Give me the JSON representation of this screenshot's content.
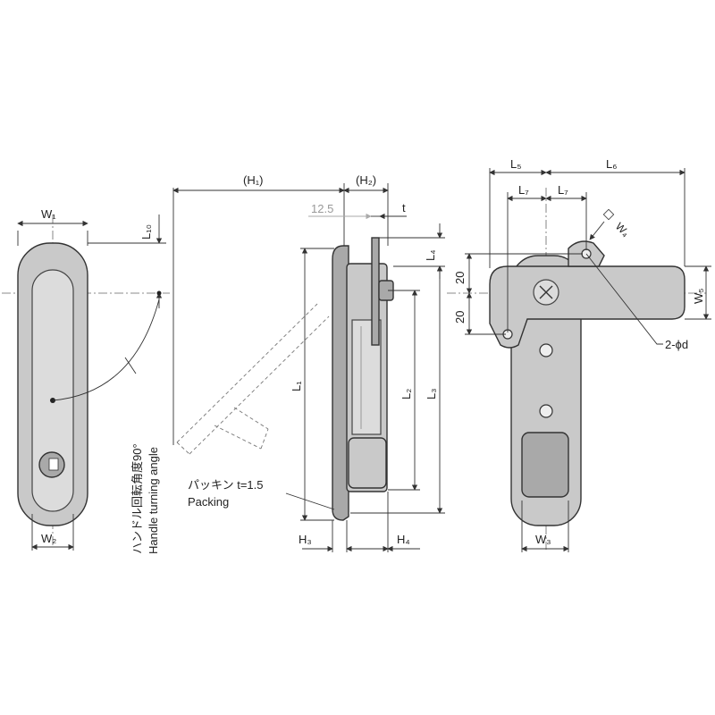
{
  "front_view": {
    "W1": "W₁",
    "W2": "W₂",
    "L10": "L₁₀",
    "turning_angle_jp": "ハンドル回転角度90°",
    "turning_angle_en": "Handle turning angle"
  },
  "side_view": {
    "H1": "(H₁)",
    "H2": "(H₂)",
    "dim_12_5": "12.5",
    "t": "t",
    "L1": "L₁",
    "L2": "L₂",
    "L3": "L₃",
    "L4": "L₄",
    "H3": "H₃",
    "H4": "H₄",
    "packing_jp": "パッキン t=1.5",
    "packing_en": "Packing"
  },
  "rear_view": {
    "L5": "L₅",
    "L6": "L₆",
    "L7a": "L₇",
    "L7b": "L₇",
    "W4": "W₄",
    "W5": "W₅",
    "W3": "W₃",
    "dim_20_top": "20",
    "dim_20_bottom": "20",
    "hole_label": "2-ϕd"
  }
}
